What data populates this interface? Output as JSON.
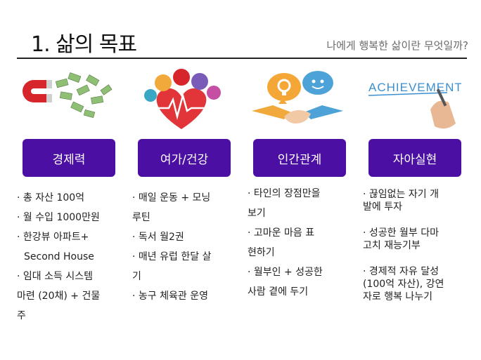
{
  "header": {
    "title": "1. 삶의 목표",
    "subtitle": "나에게 행복한 삶이란 무엇일까?"
  },
  "columns": [
    {
      "badge": "경제력",
      "image": "magnet-money-icon",
      "items": [
        "· 총 자산 100억",
        "· 월 수입 1000만원",
        "· 한강뷰 아파트+",
        "  Second House",
        "· 임대 소득 시스템",
        "마련 (20채) + 건물",
        "주"
      ]
    },
    {
      "badge": "여가/건강",
      "image": "health-hobby-icon",
      "items": [
        "· 매일 운동 + 모닝",
        "루틴",
        "· 독서 월2권",
        "· 매년 유럽 한달 살",
        "기",
        "· 농구 체육관 운영"
      ]
    },
    {
      "badge": "인간관계",
      "image": "handshake-idea-icon",
      "items": [
        "· 타인의 장점만을",
        "보기",
        "· 고마운 마음 표",
        "현하기",
        "· 월부인 + 성공한",
        "사람 곁에 두기"
      ]
    },
    {
      "badge": "자아실현",
      "image": "achievement-icon",
      "art_text": "ACHIEVEMENT",
      "items": [
        "· 끊임없는 자기 개\n발에 투자",
        "· 성공한 월부 다마\n고치 재능기부",
        "· 경제적 자유 달성\n(100억 자산), 강연\n자로 행복 나누기"
      ]
    }
  ],
  "colors": {
    "badge": "#4b0fa3",
    "rule": "#222222",
    "subtitle": "#6b6b6b"
  }
}
